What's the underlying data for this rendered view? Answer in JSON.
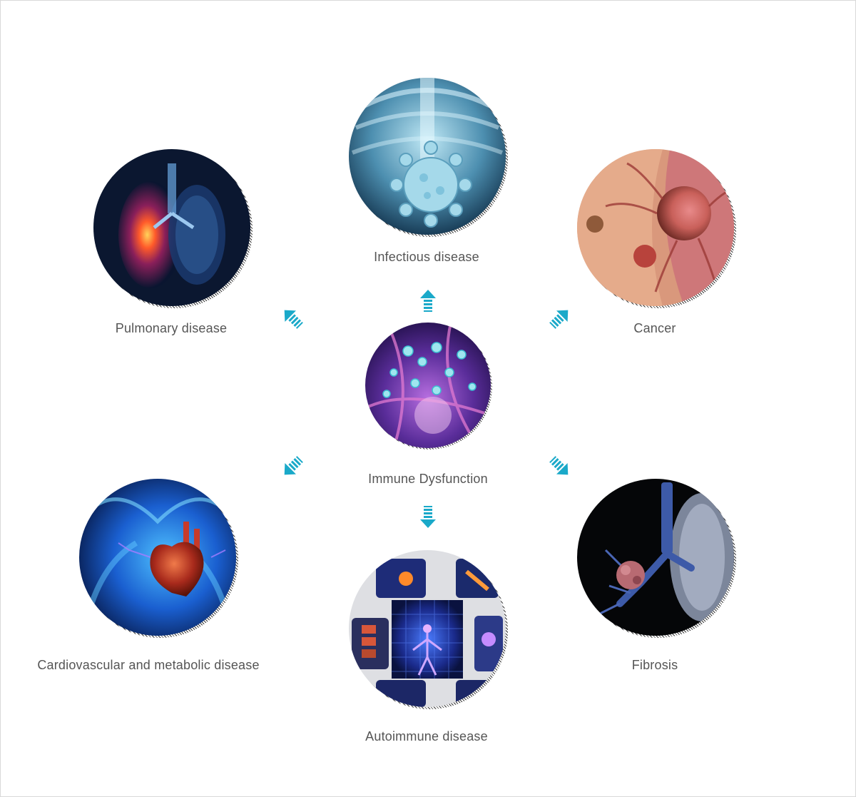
{
  "diagram": {
    "center": {
      "label": "Immune Dysfunction"
    },
    "nodes": [
      {
        "id": "infectious",
        "label": "Infectious disease"
      },
      {
        "id": "pulmonary",
        "label": "Pulmonary disease"
      },
      {
        "id": "cancer",
        "label": "Cancer"
      },
      {
        "id": "cardio",
        "label": "Cardiovascular and metabolic disease"
      },
      {
        "id": "fibrosis",
        "label": "Fibrosis"
      },
      {
        "id": "autoimmune",
        "label": "Autoimmune disease"
      }
    ],
    "colors": {
      "arrow": "#1aa9c9",
      "label": "#555555",
      "border": "#d9d9d9"
    }
  }
}
